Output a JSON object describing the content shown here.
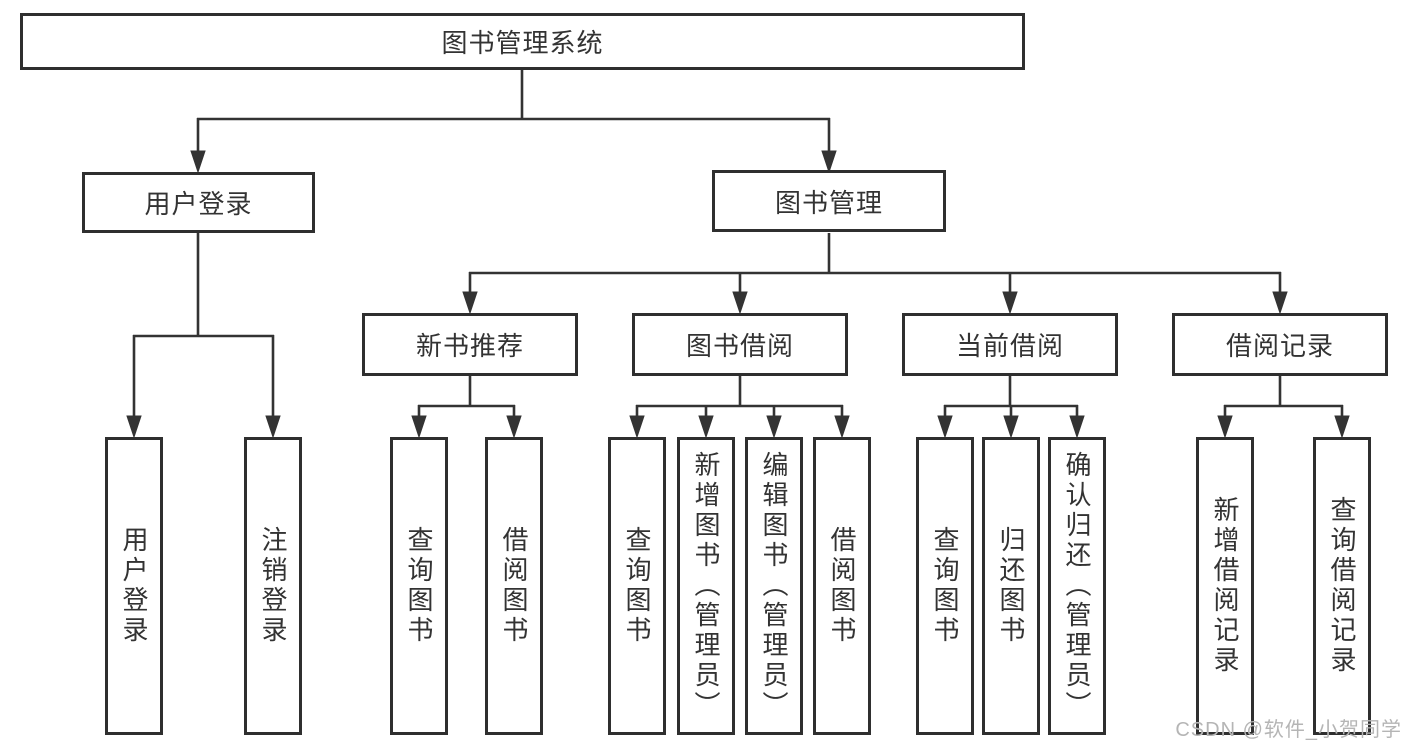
{
  "watermark": "CSDN @软件_小贺同学",
  "colors": {
    "line": "#333333",
    "box_border": "#2f2f2f",
    "text": "#333333",
    "watermark": "#b5b5b5",
    "background": "#ffffff"
  },
  "tree": {
    "root": "图书管理系统",
    "children": [
      {
        "label": "用户登录",
        "children": [
          "用户登录",
          "注销登录"
        ]
      },
      {
        "label": "图书管理",
        "children": [
          {
            "label": "新书推荐",
            "children": [
              "查询图书",
              "借阅图书"
            ]
          },
          {
            "label": "图书借阅",
            "children": [
              "查询图书",
              "新增图书（管理员）",
              "编辑图书（管理员）",
              "借阅图书"
            ]
          },
          {
            "label": "当前借阅",
            "children": [
              "查询图书",
              "归还图书",
              "确认归还（管理员）"
            ]
          },
          {
            "label": "借阅记录",
            "children": [
              "新增借阅记录",
              "查询借阅记录"
            ]
          }
        ]
      }
    ]
  }
}
